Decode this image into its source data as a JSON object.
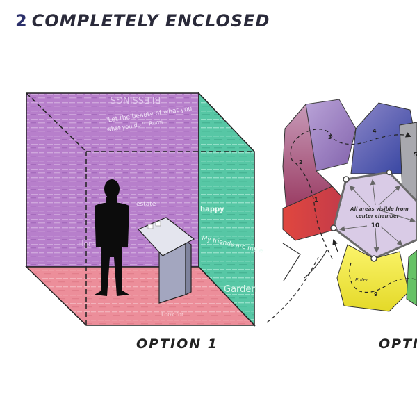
{
  "header": {
    "number": "2",
    "title": "COMPLETELY ENCLOSED"
  },
  "option1": {
    "caption": "OPTION 1",
    "newsprint": {
      "banner": "BLESSINGS",
      "quote1": "\"Let the beauty of what you",
      "quote2": "what you do.\" -Rumi",
      "happy": "happy",
      "friends": "My friends are my e",
      "garden": "Garden",
      "estate": "estate",
      "home": "Home",
      "look": "Look for"
    }
  },
  "option2": {
    "caption": "OPTI",
    "center_label_line1": "All areas visible from",
    "center_label_line2": "center chamber",
    "center_number": "10",
    "enter_label": "Enter",
    "rooms": [
      "1",
      "2",
      "3",
      "4",
      "5",
      "9"
    ]
  },
  "colors": {
    "purple_wall": "#b77fcb",
    "teal_wall": "#57c7a5",
    "pink_floor": "#ec8e9a",
    "kiosk": "#a3a6bf",
    "center_chamber": "#d9cbe6",
    "yellow": "#f1e93a",
    "red": "#e0473f",
    "blue": "#3d4ba6",
    "heading": "#2a2a3a"
  }
}
